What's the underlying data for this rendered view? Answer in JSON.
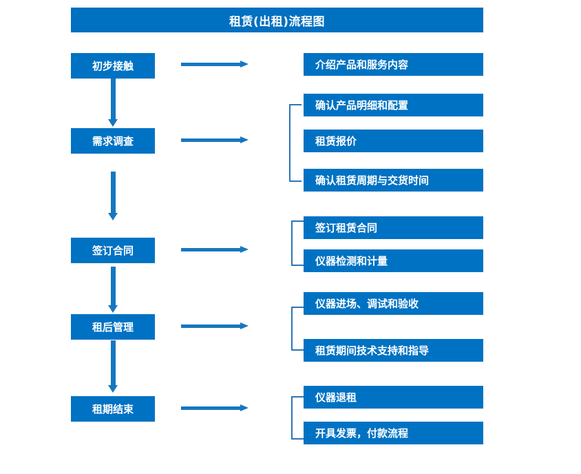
{
  "title": "租赁(出租)流程图",
  "colors": {
    "title_bg": "#0070C0",
    "node_bg": "#0072C3",
    "arrow": "#1577C0",
    "bracket": "#2E75B6",
    "node_text": "#FFFFFF",
    "page_bg": "#FFFFFF"
  },
  "flow": {
    "stages": [
      {
        "label": "初步接触",
        "outputs": [
          "介绍产品和服务内容"
        ]
      },
      {
        "label": "需求调查",
        "outputs": [
          "确认产品明细和配置",
          "租赁报价",
          "确认租赁周期与交货时间"
        ]
      },
      {
        "label": "签订合同",
        "outputs": [
          "签订租赁合同",
          "仪器检测和计量"
        ]
      },
      {
        "label": "租后管理",
        "outputs": [
          "仪器进场、调试和验收",
          "租赁期间技术支持和指导"
        ]
      },
      {
        "label": "租期结束",
        "outputs": [
          "仪器退租",
          "开具发票，付款流程"
        ]
      }
    ]
  },
  "chart_data": {
    "type": "diagram",
    "diagram_type": "flowchart",
    "title": "租赁(出租)流程图",
    "orientation": "vertical-with-branches",
    "nodes": [
      {
        "id": "s1",
        "label": "初步接触",
        "column": "left",
        "row": 1
      },
      {
        "id": "s2",
        "label": "需求调查",
        "column": "left",
        "row": 2
      },
      {
        "id": "s3",
        "label": "签订合同",
        "column": "left",
        "row": 3
      },
      {
        "id": "s4",
        "label": "租后管理",
        "column": "left",
        "row": 4
      },
      {
        "id": "s5",
        "label": "租期结束",
        "column": "left",
        "row": 5
      },
      {
        "id": "d1",
        "label": "介绍产品和服务内容",
        "column": "right",
        "parent": "s1"
      },
      {
        "id": "d2",
        "label": "确认产品明细和配置",
        "column": "right",
        "parent": "s2"
      },
      {
        "id": "d3",
        "label": "租赁报价",
        "column": "right",
        "parent": "s2"
      },
      {
        "id": "d4",
        "label": "确认租赁周期与交货时间",
        "column": "right",
        "parent": "s2"
      },
      {
        "id": "d5",
        "label": "签订租赁合同",
        "column": "right",
        "parent": "s3"
      },
      {
        "id": "d6",
        "label": "仪器检测和计量",
        "column": "right",
        "parent": "s3"
      },
      {
        "id": "d7",
        "label": "仪器进场、调试和验收",
        "column": "right",
        "parent": "s4"
      },
      {
        "id": "d8",
        "label": "租赁期间技术支持和指导",
        "column": "right",
        "parent": "s4"
      },
      {
        "id": "d9",
        "label": "仪器退租",
        "column": "right",
        "parent": "s5"
      },
      {
        "id": "d10",
        "label": "开具发票，付款流程",
        "column": "right",
        "parent": "s5"
      }
    ],
    "edges": [
      {
        "from": "s1",
        "to": "s2",
        "type": "arrow-down"
      },
      {
        "from": "s2",
        "to": "s3",
        "type": "arrow-down"
      },
      {
        "from": "s3",
        "to": "s4",
        "type": "arrow-down"
      },
      {
        "from": "s4",
        "to": "s5",
        "type": "arrow-down"
      },
      {
        "from": "s1",
        "to": "d1",
        "type": "arrow-right"
      },
      {
        "from": "s2",
        "to": "d2",
        "type": "arrow-right-bracket"
      },
      {
        "from": "s3",
        "to": "d5",
        "type": "arrow-right-bracket"
      },
      {
        "from": "s4",
        "to": "d7",
        "type": "arrow-right-bracket"
      },
      {
        "from": "s5",
        "to": "d9",
        "type": "arrow-right-bracket"
      }
    ]
  }
}
